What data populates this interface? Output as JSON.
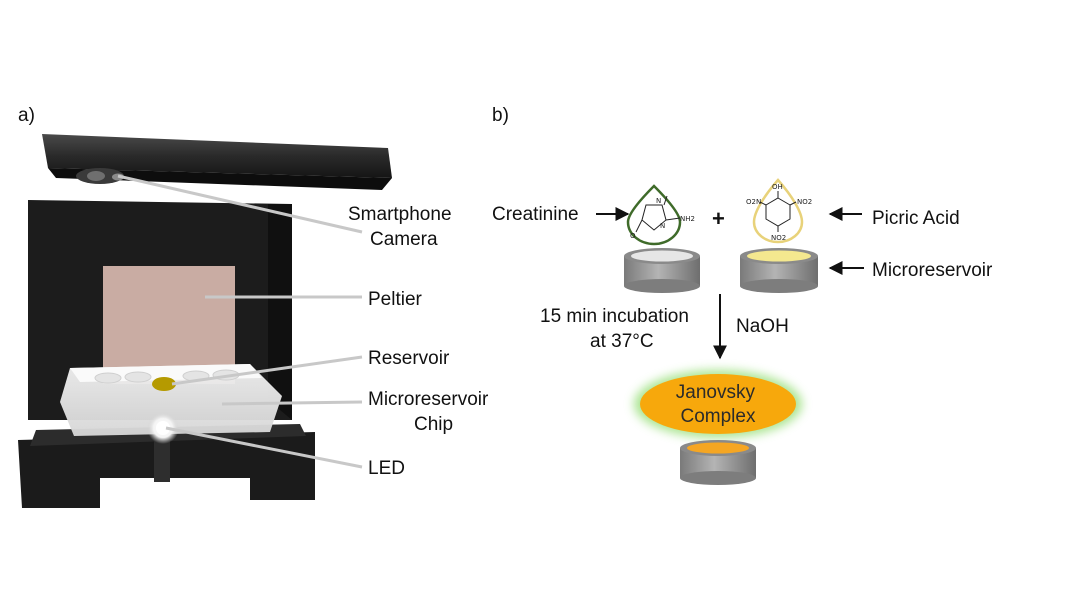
{
  "panel_a": {
    "label": "a)",
    "callouts": {
      "smartphone": [
        "Smartphone",
        "Camera"
      ],
      "peltier": "Peltier",
      "reservoir": "Reservoir",
      "chip": [
        "Microreservoir",
        "Chip"
      ],
      "led": "LED"
    }
  },
  "panel_b": {
    "label": "b)",
    "creatinine": "Creatinine",
    "picric_acid": "Picric Acid",
    "microreservoir": "Microreservoir",
    "plus": "+",
    "incubation": [
      "15 min incubation",
      "at 37°C"
    ],
    "reagent": "NaOH",
    "complex": [
      "Janovsky",
      "Complex"
    ],
    "creatinine_atoms": {
      "n_top": "N",
      "n_right": "N",
      "nh2": "NH2",
      "oxygen": "O"
    },
    "picric_atoms": {
      "oh": "OH",
      "no2_left": "O2N",
      "no2_right": "NO2",
      "no2_bottom": "NO2"
    }
  },
  "colors": {
    "device_body": "#1e1e1e",
    "peltier": "#c9aca3",
    "reservoir_yellow": "#f4e88f",
    "complex_orange": "#f7a80c",
    "complex_glow": "#9be07e",
    "creatinine_outline": "#3f6b2a",
    "picric_outline": "#e8d27a",
    "cup_gray": "#9e9e9e"
  }
}
